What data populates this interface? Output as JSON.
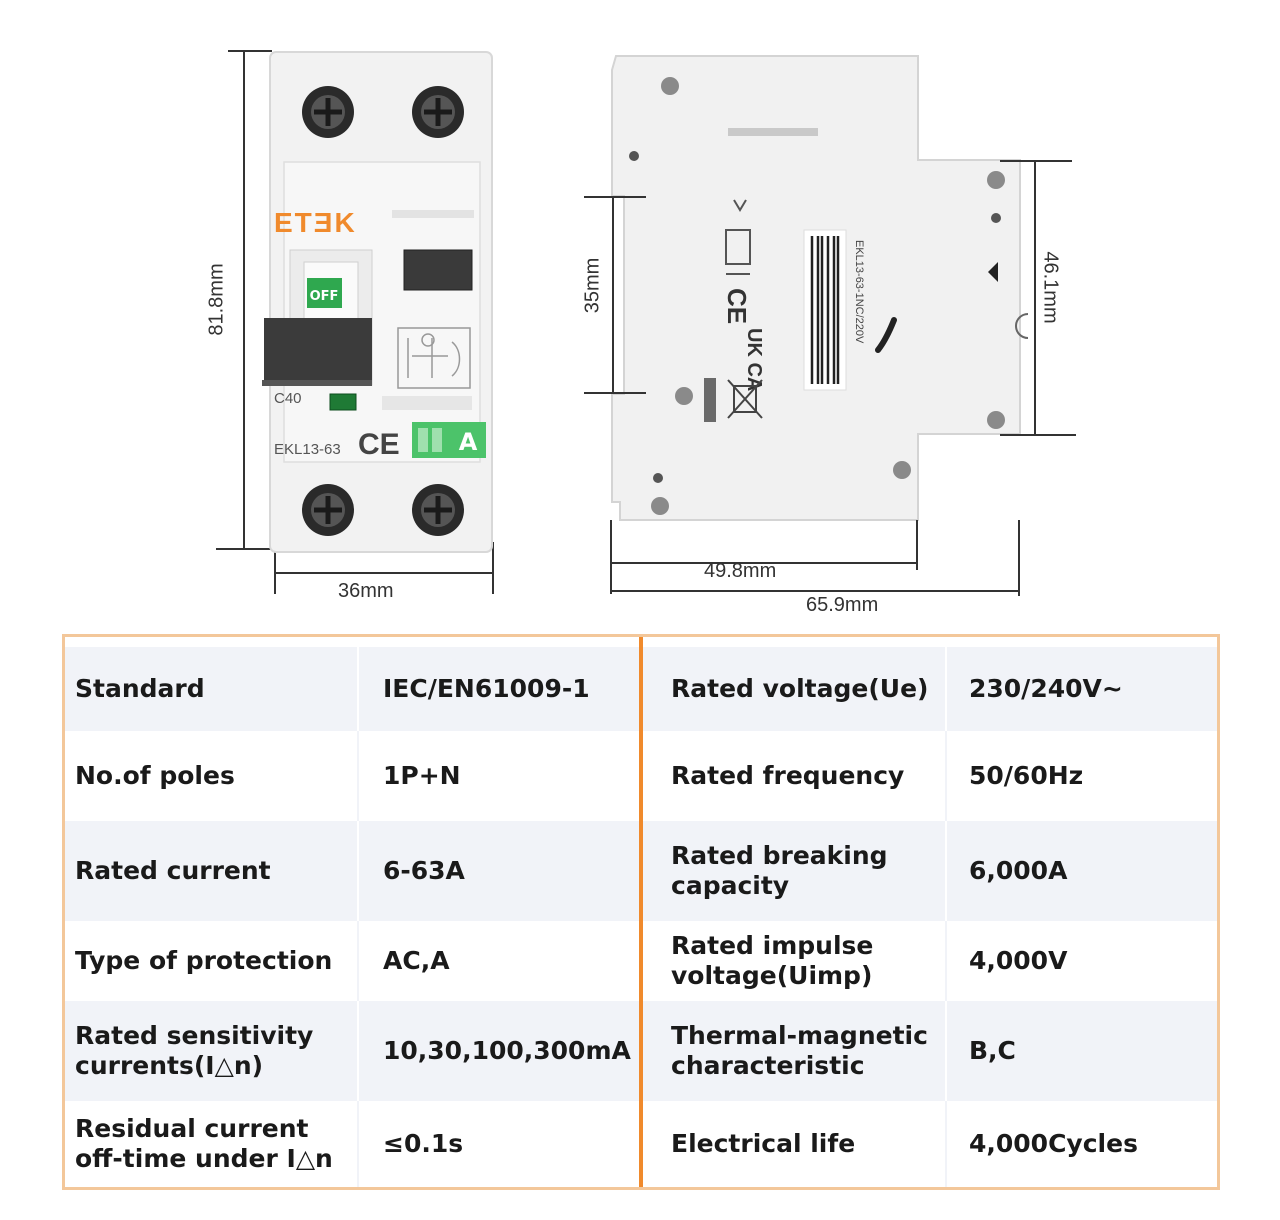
{
  "front_view": {
    "brand": "ETƎK",
    "switch_label": "OFF",
    "rating": "C40",
    "model": "EKL13-63",
    "ce_mark": "CE",
    "type_badge": "A",
    "height_label": "81.8mm",
    "width_label": "36mm"
  },
  "side_view": {
    "rail_label": "35mm",
    "depth_label": "46.1mm",
    "body_label": "49.8mm",
    "total_label": "65.9mm",
    "side_text": "EKL13-63-1NC/220V",
    "ce_mark": "CE",
    "ukca_mark": "UK CA"
  },
  "specs": {
    "left": [
      {
        "label": "Standard",
        "value": "IEC/EN61009-1"
      },
      {
        "label": "No.of poles",
        "value": "1P+N"
      },
      {
        "label": "Rated current",
        "value": "6-63A"
      },
      {
        "label": "Type of protection",
        "value": "AC,A"
      },
      {
        "label": "Rated sensitivity currents(I△n)",
        "value": "10,30,100,300mA"
      },
      {
        "label": "Residual current off-time under I△n",
        "value": "≤0.1s"
      }
    ],
    "right": [
      {
        "label": "Rated voltage(Ue)",
        "value": "230/240V~"
      },
      {
        "label": "Rated frequency",
        "value": "50/60Hz"
      },
      {
        "label": "Rated breaking capacity",
        "value": "6,000A"
      },
      {
        "label": "Rated impulse voltage(Uimp)",
        "value": "4,000V"
      },
      {
        "label": "Thermal-magnetic characteristic",
        "value": "B,C"
      },
      {
        "label": "Electrical life",
        "value": "4,000Cycles"
      }
    ]
  },
  "colors": {
    "brand_orange": "#f08a2c",
    "frame_border": "#f3c79a",
    "badge_green": "#4cc36a",
    "row_shade": "#f1f3f8"
  }
}
